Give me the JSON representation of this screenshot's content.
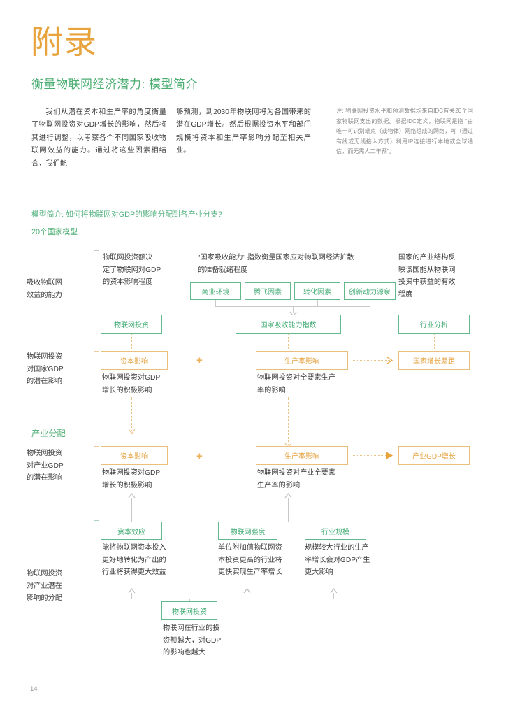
{
  "document": {
    "appendix_title": "附录",
    "section_title": "衡量物联网经济潜力: 模型简介",
    "page_number": "14"
  },
  "body": {
    "column_1": "我们从潜在资本和生产率的角度衡量了物联网投资对GDP增长的影响，然后将其进行调整，以考察各个不同国家吸收物联网效益的能力。通过将这些因素相结合，我们能",
    "column_2": "够预测，到2030年物联网将为各国带来的潜在GDP增长。然后根据投资水平和部门规模将资本和生产率影响分配至相关产业。",
    "note": "注: 物联网投资水平和预测数据均来自IDC有关20个国家物联网支出的数据。根据IDC定义，物联网是指 “由唯一可识别端点（或物体）网络组成的网络，可（通过有线或无线接入方式）利用IP连接进行本地或全球通信，而无需人工干预”。"
  },
  "diagram": {
    "question": "模型简介: 如何将物联网对GDP的影响分配到各产业分支?",
    "subhead_country_model": "20个国家模型",
    "subhead_sector": "产业分配",
    "row_labels": {
      "absorb": "吸收物联网\n效益的能力",
      "country_gdp": "物联网投资\n对国家GDP\n的潜在影响",
      "sector_gdp": "物联网投资\n对产业GDP\n的潜在影响",
      "allocation": "物联网投资\n对产业潜在\n影响的分配"
    },
    "row1": {
      "head_left": "物联网投资额决\n定了物联网对GDP\n的资本影响程度",
      "head_mid": "“国家吸收能力” 指数衡量国家应对物联网经济扩散\n的准备就绪程度",
      "head_right": "国家的产业结构反\n映该国能从物联网\n投资中获益的有效\n程度",
      "factor_boxes": [
        "商业环境",
        "腾飞因素",
        "转化因素",
        "创新动力源泉"
      ],
      "box_investment": "物联网投资",
      "box_index": "国家吸收能力指数",
      "box_industry": "行业分析"
    },
    "row2": {
      "box_capital": "资本影响",
      "cap_capital": "物联网投资对GDP\n增长的积极影响",
      "operator": "+",
      "box_productivity": "生产率影响",
      "cap_productivity": "物联网投资对全要素生产\n率的影响",
      "box_result": "国家增长差距"
    },
    "row3": {
      "box_capital": "资本影响",
      "cap_capital": "物联网投资对GDP\n增长的积极影响",
      "operator": "+",
      "box_productivity": "生产率影响",
      "cap_productivity": "物联网投资对产业全要素\n生产率的影响",
      "box_result": "产业GDP增长"
    },
    "row4": {
      "box_capital_effect": "资本效应",
      "cap_capital_effect": "能将物联网资本投入\n更好地转化为产出的\n行业将获得更大效益",
      "box_iot_intensity": "物联网强度",
      "cap_iot_intensity": "单位附加值物联网资\n本投资更高的行业将\n更快实现生产率增长",
      "box_industry_scale": "行业规模",
      "cap_industry_scale": "规模较大行业的生产\n率增长会对GDP产生\n更大影响",
      "box_iot_investment": "物联网投资",
      "cap_iot_investment": "物联网在行业的投\n资额越大，对GDP\n的影响也越大"
    }
  },
  "colors": {
    "appendix_orange": "#e8a33d",
    "green": "#4cae73",
    "box_green_border": "#63b98c",
    "box_orange_border": "#e9bf7e",
    "orange_text": "#e5a23f",
    "body_text": "#3b3b3b",
    "note_text": "#8a8a8a"
  }
}
